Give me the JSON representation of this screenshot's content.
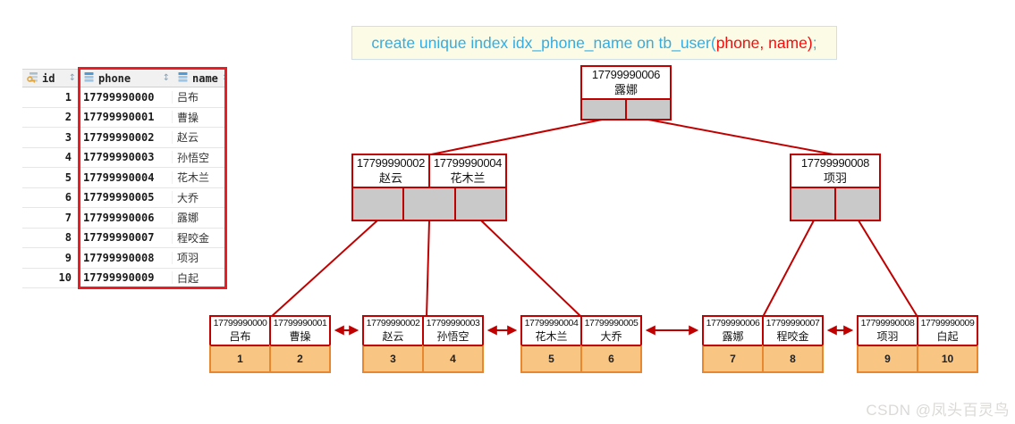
{
  "sql": {
    "prefix": "create unique index idx_phone_name on tb_user(",
    "highlight": "phone, name)",
    "suffix": ";"
  },
  "table": {
    "headers": {
      "id": "id",
      "phone": "phone",
      "name": "name"
    },
    "sort_icon": "↕",
    "rows": [
      {
        "id": "1",
        "phone": "17799990000",
        "name": "吕布"
      },
      {
        "id": "2",
        "phone": "17799990001",
        "name": "曹操"
      },
      {
        "id": "3",
        "phone": "17799990002",
        "name": "赵云"
      },
      {
        "id": "4",
        "phone": "17799990003",
        "name": "孙悟空"
      },
      {
        "id": "5",
        "phone": "17799990004",
        "name": "花木兰"
      },
      {
        "id": "6",
        "phone": "17799990005",
        "name": "大乔"
      },
      {
        "id": "7",
        "phone": "17799990006",
        "name": "露娜"
      },
      {
        "id": "8",
        "phone": "17799990007",
        "name": "程咬金"
      },
      {
        "id": "9",
        "phone": "17799990008",
        "name": "项羽"
      },
      {
        "id": "10",
        "phone": "17799990009",
        "name": "白起"
      }
    ]
  },
  "tree": {
    "root": {
      "phone": "17799990006",
      "name": "露娜"
    },
    "internal_left": {
      "key1": {
        "phone": "17799990002",
        "name": "赵云"
      },
      "key2": {
        "phone": "17799990004",
        "name": "花木兰"
      }
    },
    "internal_right": {
      "key1": {
        "phone": "17799990008",
        "name": "项羽"
      }
    },
    "leaves": [
      {
        "e1": {
          "phone": "17799990000",
          "name": "吕布",
          "id": "1"
        },
        "e2": {
          "phone": "17799990001",
          "name": "曹操",
          "id": "2"
        }
      },
      {
        "e1": {
          "phone": "17799990002",
          "name": "赵云",
          "id": "3"
        },
        "e2": {
          "phone": "17799990003",
          "name": "孙悟空",
          "id": "4"
        }
      },
      {
        "e1": {
          "phone": "17799990004",
          "name": "花木兰",
          "id": "5"
        },
        "e2": {
          "phone": "17799990005",
          "name": "大乔",
          "id": "6"
        }
      },
      {
        "e1": {
          "phone": "17799990006",
          "name": "露娜",
          "id": "7"
        },
        "e2": {
          "phone": "17799990007",
          "name": "程咬金",
          "id": "8"
        }
      },
      {
        "e1": {
          "phone": "17799990008",
          "name": "项羽",
          "id": "9"
        },
        "e2": {
          "phone": "17799990009",
          "name": "白起",
          "id": "10"
        }
      }
    ]
  },
  "watermark": "CSDN @凤头百灵鸟",
  "colors": {
    "node_border": "#c00000",
    "pointer_fill": "#c9c9c9",
    "leaf_id_fill": "#f9c583",
    "leaf_id_border": "#e8872e",
    "sql_blue": "#35ace2",
    "sql_red": "#f30e0e",
    "outline_red": "#ec1c24"
  }
}
